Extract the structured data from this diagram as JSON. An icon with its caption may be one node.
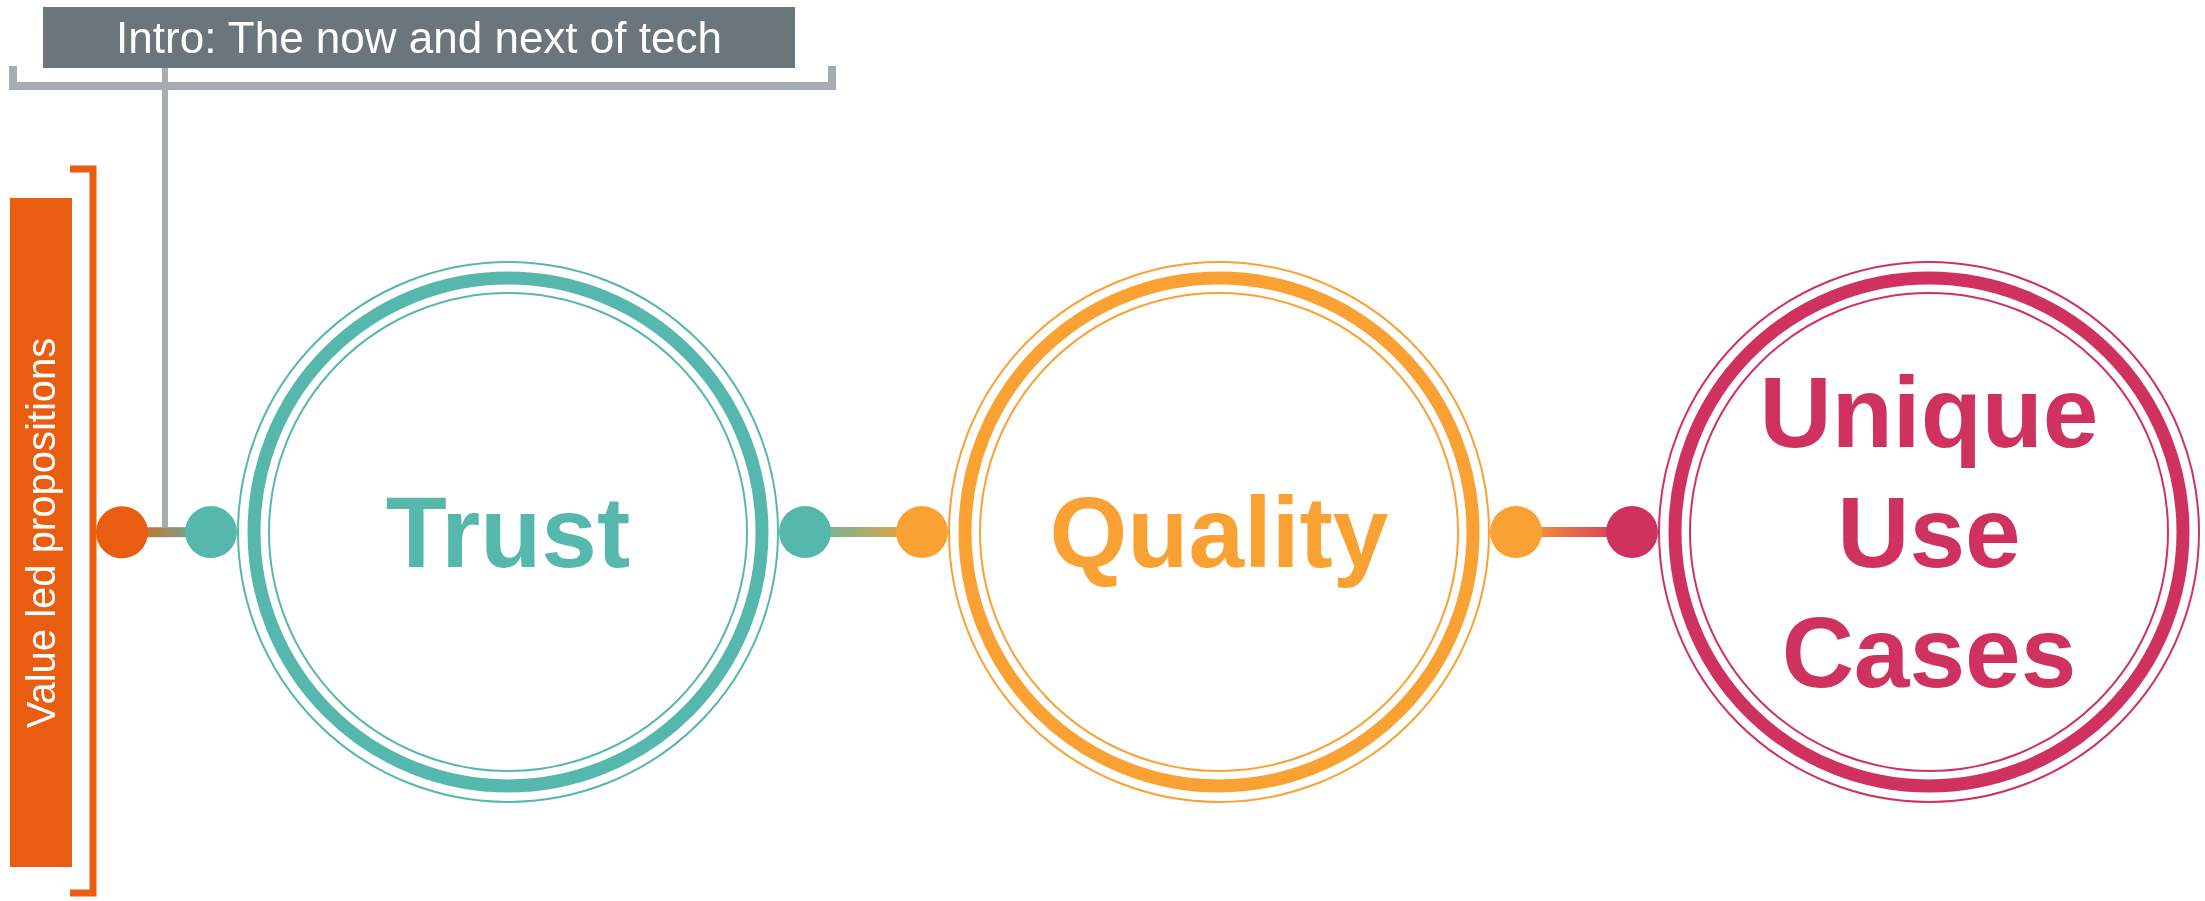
{
  "diagram": {
    "nodes": [
      {
        "text": [
          "Intro: The now and next of tech"
        ]
      },
      {
        "text": [
          "Value led propositions"
        ]
      },
      {
        "text": [
          "Trust"
        ]
      },
      {
        "text": [
          "Quality"
        ]
      },
      {
        "text": [
          "Unique Use Cases"
        ]
      }
    ],
    "edges": [
      {
        "from": 1,
        "to": 2,
        "arrow": "other"
      },
      {
        "from": 2,
        "to": 3,
        "arrow": "other"
      },
      {
        "from": 3,
        "to": 4,
        "arrow": "other"
      },
      {
        "from": 0,
        "to": null,
        "arrow": "none",
        "color": "#a5acb2"
      }
    ]
  }
}
